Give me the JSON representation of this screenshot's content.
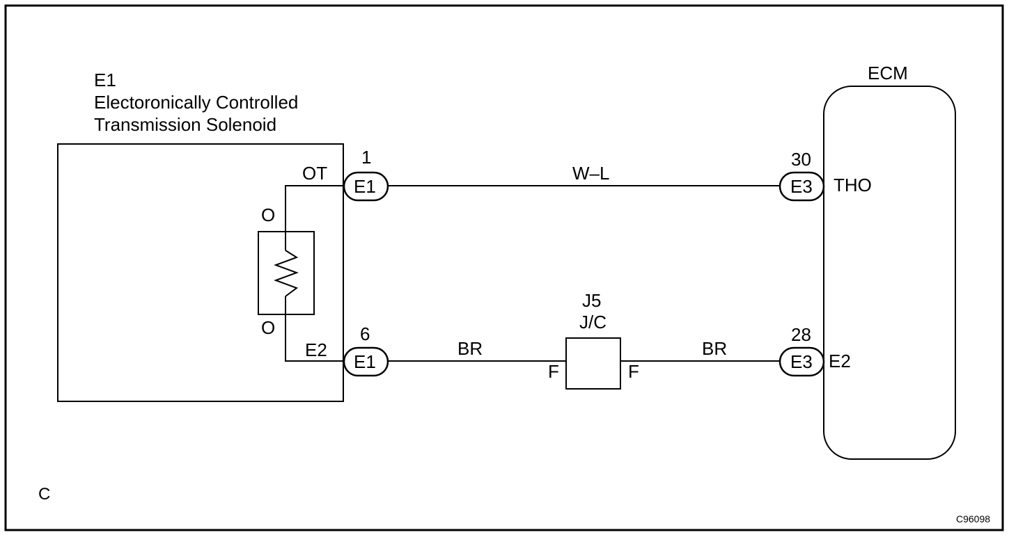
{
  "solenoid": {
    "code": "E1",
    "name_line1": "Electoronically Controlled",
    "name_line2": "Transmission Solenoid",
    "pin_top": "OT",
    "pin_bottom": "E2",
    "resistor_top": "O",
    "resistor_bottom": "O"
  },
  "ecm": {
    "title": "ECM",
    "pin_top": "THO",
    "pin_bottom": "E2"
  },
  "connectors": {
    "left_top": {
      "num": "1",
      "label": "E1"
    },
    "left_bottom": {
      "num": "6",
      "label": "E1"
    },
    "right_top": {
      "num": "30",
      "label": "E3"
    },
    "right_bottom": {
      "num": "28",
      "label": "E3"
    }
  },
  "wires": {
    "top": "W–L",
    "bottom_left": "BR",
    "bottom_right": "BR"
  },
  "junction": {
    "id": "J5",
    "type": "J/C",
    "left_pin": "F",
    "right_pin": "F"
  },
  "corner_letter": "C",
  "figure_code": "C96098"
}
